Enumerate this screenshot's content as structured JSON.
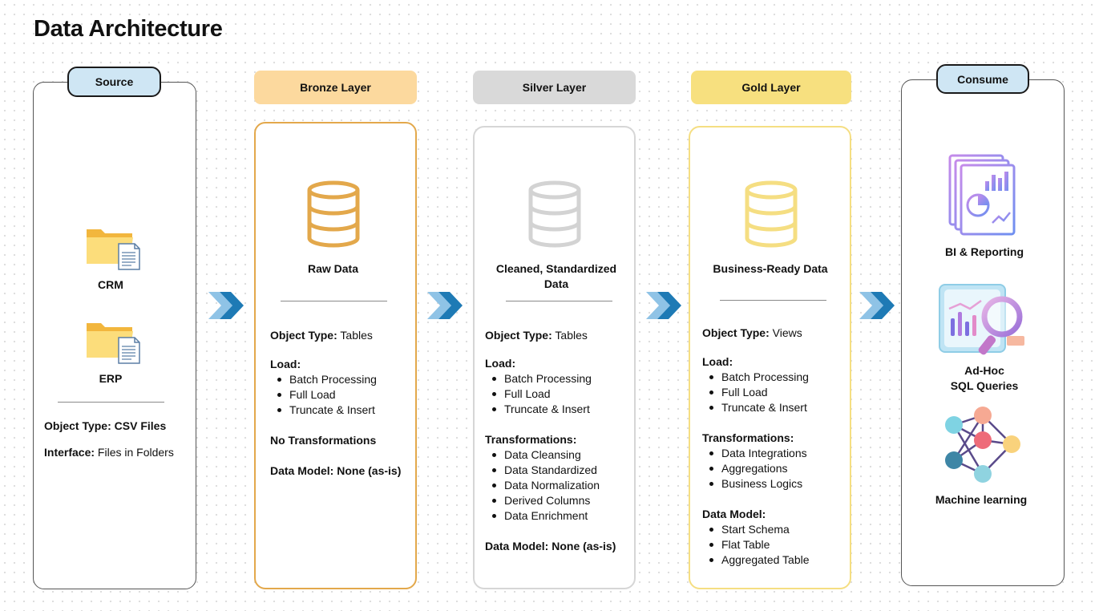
{
  "title": "Data Architecture",
  "colors": {
    "bronze": "#E3A84B",
    "bronze_header": "#FCD99E",
    "silver": "#D6D6D6",
    "silver_header": "#D9D9D9",
    "gold": "#F5DE82",
    "gold_header": "#F7E07F",
    "source_pill": "#CFE6F4",
    "arrow": "#1E7AB5"
  },
  "source": {
    "pill": "Source",
    "items": [
      {
        "label": "CRM",
        "icon": "folder-document-icon"
      },
      {
        "label": "ERP",
        "icon": "folder-document-icon"
      }
    ],
    "object_type_label": "Object Type:",
    "object_type_value": "CSV Files",
    "interface_label": "Interface:",
    "interface_value": "Files in Folders"
  },
  "bronze": {
    "header": "Bronze Layer",
    "icon": "database-icon",
    "center_title": "Raw Data",
    "object_type_label": "Object Type:",
    "object_type_value": "Tables",
    "load_label": "Load:",
    "load_items": [
      "Batch Processing",
      "Full Load",
      "Truncate & Insert"
    ],
    "transformations": "No Transformations",
    "data_model": "Data Model: None (as-is)"
  },
  "silver": {
    "header": "Silver Layer",
    "icon": "database-icon",
    "center_title_1": "Cleaned, Standardized",
    "center_title_2": "Data",
    "object_type_label": "Object Type:",
    "object_type_value": "Tables",
    "load_label": "Load:",
    "load_items": [
      "Batch Processing",
      "Full Load",
      "Truncate & Insert"
    ],
    "transformations_label": "Transformations:",
    "transformations": [
      "Data Cleansing",
      "Data Standardized",
      "Data Normalization",
      "Derived Columns",
      "Data Enrichment"
    ],
    "data_model": "Data Model: None (as-is)"
  },
  "gold": {
    "header": "Gold Layer",
    "icon": "database-icon",
    "center_title": "Business-Ready Data",
    "object_type_label": "Object Type:",
    "object_type_value": "Views",
    "load_label": "Load:",
    "load_items": [
      "Batch Processing",
      "Full Load",
      "Truncate & Insert"
    ],
    "transformations_label": "Transformations:",
    "transformations": [
      "Data Integrations",
      "Aggregations",
      "Business Logics"
    ],
    "data_model_label": "Data Model:",
    "data_model_items": [
      "Start Schema",
      "Flat Table",
      "Aggregated Table"
    ]
  },
  "consume": {
    "pill": "Consume",
    "items": [
      {
        "label": "BI & Reporting",
        "icon": "report-chart-icon"
      },
      {
        "label_1": "Ad-Hoc",
        "label_2": "SQL Queries",
        "icon": "magnifier-chart-icon"
      },
      {
        "label": "Machine learning",
        "icon": "neural-network-icon"
      }
    ]
  }
}
